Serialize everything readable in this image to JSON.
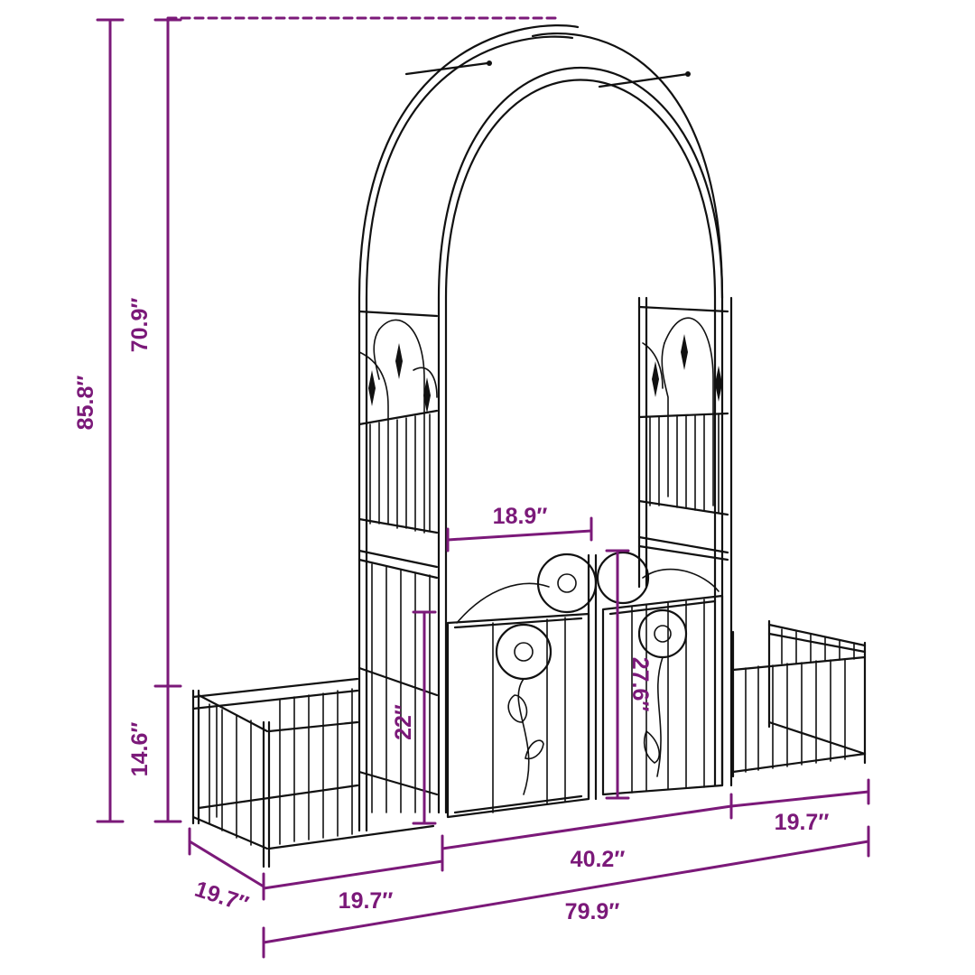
{
  "colors": {
    "dimension": "#7b1979",
    "frame": "#111111",
    "background": "#ffffff"
  },
  "dimensions": {
    "total_height": "85.8″",
    "arch_height": "70.9″",
    "planter_height": "14.6″",
    "gate_width": "18.9″",
    "gate_height": "22″",
    "door_height": "27.6″",
    "planter_width_right": "19.7″",
    "center_width": "40.2″",
    "planter_width_left": "19.7″",
    "planter_depth": "19.7″",
    "total_width": "79.9″"
  }
}
